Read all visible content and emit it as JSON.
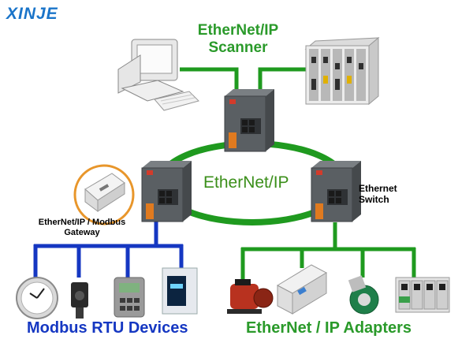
{
  "brand": {
    "logo_text": "XINJE",
    "color": "#1a74c9"
  },
  "labels": {
    "scanner_line1": "EtherNet/IP",
    "scanner_line2": "Scanner",
    "ring": "EtherNet/IP",
    "switch_line1": "Ethernet",
    "switch_line2": "Switch",
    "gateway_line1": "EtherNet/IP / Modbus",
    "gateway_line2": "Gateway",
    "modbus_devices": "Modbus RTU Devices",
    "ethernet_adapters": "EtherNet / IP Adapters"
  },
  "colors": {
    "ethernet_green": "#1f9a1f",
    "modbus_blue": "#1537c2",
    "switch_body": "#5a5f63"
  },
  "devices": {
    "computer": "pc-icon",
    "plc_rack": "plc-icon",
    "switch": "ethernet-switch-icon",
    "gateway": "gateway-icon",
    "modbus": [
      "gauge-icon",
      "sensor-icon",
      "controller-icon",
      "panel-meter-icon"
    ],
    "adapters": [
      "motor-icon",
      "io-module-icon",
      "encoder-icon",
      "drive-icon"
    ]
  }
}
